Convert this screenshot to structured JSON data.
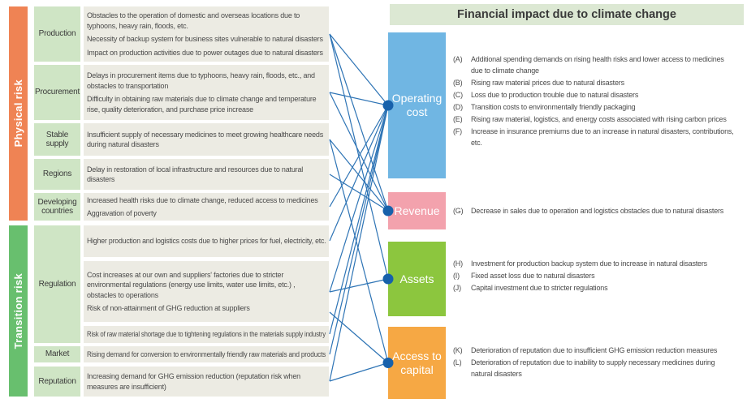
{
  "title": "Financial impact due to climate change",
  "theme": {
    "label_bg": "#cfe5c5",
    "row_bg": "#ecebe3",
    "title_bg": "#dce8d3",
    "line_color": "#2e74b5",
    "dot_color": "#1761ab"
  },
  "risk_groups": [
    {
      "id": "physical",
      "label": "Physical risk",
      "color": "#ef8354",
      "rows": [
        {
          "id": "production",
          "label": "Production",
          "cells": [
            [
              [
                "Obstacles to the operation of domestic and overseas locations due to",
                "typhoons, heavy rain, floods, etc."
              ],
              [
                "Necessity of backup system for business sites vulnerable to natural disasters"
              ],
              [
                "Impact on production activities due to power outages due to natural disasters"
              ]
            ]
          ]
        },
        {
          "id": "procurement",
          "label": "Procurement",
          "cells": [
            [
              [
                "Delays in procurement items due to typhoons, heavy rain, floods, etc., and",
                "obstacles to transportation"
              ],
              [
                "Difficulty in obtaining raw materials due to climate change and temperature",
                "rise, quality deterioration, and purchase price increase"
              ]
            ]
          ]
        },
        {
          "id": "stable-supply",
          "label": "Stable supply",
          "cells": [
            [
              [
                "Insufficient supply of necessary medicines to meet growing healthcare needs",
                "during natural disasters"
              ]
            ]
          ]
        },
        {
          "id": "regions",
          "label": "Regions",
          "cells": [
            [
              [
                "Delay in restoration of local infrastructure and resources due to natural",
                "disasters"
              ]
            ]
          ]
        },
        {
          "id": "developing-countries",
          "label": "Developing countries",
          "cells": [
            [
              [
                "Increased health risks due to climate change, reduced access to medicines"
              ],
              [
                "Aggravation of poverty"
              ]
            ]
          ]
        }
      ]
    },
    {
      "id": "transition",
      "label": "Transition risk",
      "color": "#68bf6e",
      "rows": [
        {
          "id": "regulation",
          "label": "Regulation",
          "cells": [
            [
              [
                "Higher production and logistics costs due to higher prices for fuel, electricity, etc."
              ]
            ],
            [
              [
                "Cost increases at our own and suppliers' factories due to stricter",
                "environmental regulations (energy use limits, water use limits, etc.) ,",
                "obstacles to operations"
              ],
              [
                "Risk of non-attainment of GHG reduction at suppliers"
              ]
            ],
            [
              [
                "Risk of raw material shortage due to tightening regulations in the materials supply industry"
              ]
            ]
          ]
        },
        {
          "id": "market",
          "label": "Market",
          "cells": [
            [
              [
                "Rising demand for conversion to environmentally friendly raw materials and products"
              ]
            ]
          ]
        },
        {
          "id": "reputation",
          "label": "Reputation",
          "cells": [
            [
              [
                "Increasing demand for GHG emission reduction (reputation risk when",
                "measures are insufficient)"
              ]
            ]
          ]
        }
      ]
    }
  ],
  "impacts": [
    {
      "id": "operating-cost",
      "label": "Operating cost",
      "color": "#70b6e3",
      "items": [
        {
          "key": "(A)",
          "lines": [
            "Additional spending demands on rising health risks and lower access to medicines",
            "due to climate change"
          ]
        },
        {
          "key": "(B)",
          "lines": [
            "Rising raw material prices due to natural disasters"
          ]
        },
        {
          "key": "(C)",
          "lines": [
            "Loss due to production trouble due to natural disasters"
          ]
        },
        {
          "key": "(D)",
          "lines": [
            "Transition costs to environmentally friendly packaging"
          ]
        },
        {
          "key": "(E)",
          "lines": [
            "Rising raw material, logistics, and energy costs associated with rising carbon prices"
          ]
        },
        {
          "key": "(F)",
          "lines": [
            "Increase in insurance premiums due to an increase in natural disasters, contributions,",
            "etc."
          ]
        }
      ]
    },
    {
      "id": "revenue",
      "label": "Revenue",
      "color": "#f3a2ad",
      "items": [
        {
          "key": "(G)",
          "lines": [
            "Decrease in sales due to operation and logistics obstacles due to natural disasters"
          ]
        }
      ]
    },
    {
      "id": "assets",
      "label": "Assets",
      "color": "#8cc63e",
      "items": [
        {
          "key": "(H)",
          "lines": [
            "Investment for production backup system due to increase in natural disasters"
          ]
        },
        {
          "key": "(I)",
          "lines": [
            "Fixed asset loss due to natural disasters"
          ]
        },
        {
          "key": "(J)",
          "lines": [
            "Capital investment due to stricter regulations"
          ]
        }
      ]
    },
    {
      "id": "access-capital",
      "label": "Access to capital",
      "color": "#f6a844",
      "items": [
        {
          "key": "(K)",
          "lines": [
            "Deterioration of reputation due to insufficient GHG emission reduction measures"
          ]
        },
        {
          "key": "(L)",
          "lines": [
            "Deterioration of reputation due to inability to supply necessary medicines during",
            "natural disasters"
          ]
        }
      ]
    }
  ],
  "connections": [
    [
      "production",
      "operating-cost"
    ],
    [
      "production",
      "revenue"
    ],
    [
      "production",
      "assets"
    ],
    [
      "procurement",
      "operating-cost"
    ],
    [
      "procurement",
      "revenue"
    ],
    [
      "stable-supply",
      "revenue"
    ],
    [
      "stable-supply",
      "access-capital"
    ],
    [
      "regions",
      "revenue"
    ],
    [
      "developing-countries",
      "operating-cost"
    ],
    [
      "regulation-0",
      "operating-cost"
    ],
    [
      "regulation-1",
      "operating-cost"
    ],
    [
      "regulation-1",
      "assets"
    ],
    [
      "regulation-ghg",
      "access-capital"
    ],
    [
      "regulation-2",
      "operating-cost"
    ],
    [
      "market",
      "operating-cost"
    ],
    [
      "reputation",
      "operating-cost"
    ],
    [
      "reputation",
      "access-capital"
    ]
  ]
}
